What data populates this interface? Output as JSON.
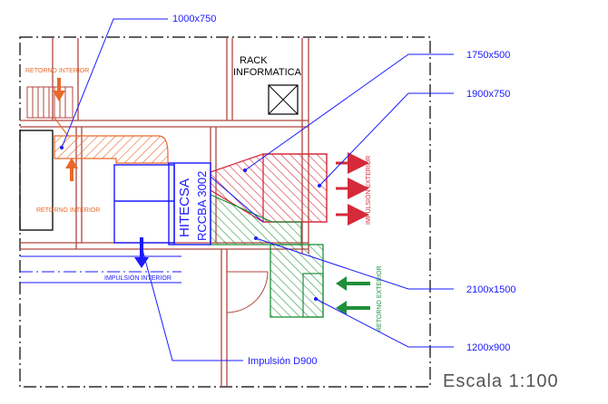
{
  "dimension_labels": {
    "duct_1000x750": "1000x750",
    "duct_1750x500": "1750x500",
    "duct_1900x750": "1900x750",
    "duct_2100x1500": "2100x1500",
    "duct_1200x900": "1200x900"
  },
  "room": {
    "rack_line1": "RACK",
    "rack_line2": "INFORMATICA"
  },
  "flows": {
    "retorno_interior_top": "RETORNO INTERIOR",
    "retorno_interior_bottom": "RETORNO INTERIOR",
    "impulsion_interior": "IMPULSIÓN INTERIOR",
    "impulsion_exterior": "IMPULSIÓN EXTERIOR",
    "retorno_exterior": "RETORNO EXTERIOR",
    "impulsion_d900": "Impulsión D900"
  },
  "unit": {
    "brand": "HITECSA",
    "model": "RCCBA 3002"
  },
  "scale": "Escala 1:100",
  "colors": {
    "wall": "#c0392b",
    "return_air": "#e8692a",
    "supply_exterior": "#d42a3a",
    "return_exterior": "#1f8f3a",
    "leader": "#1a1aff",
    "frame": "#000000"
  }
}
